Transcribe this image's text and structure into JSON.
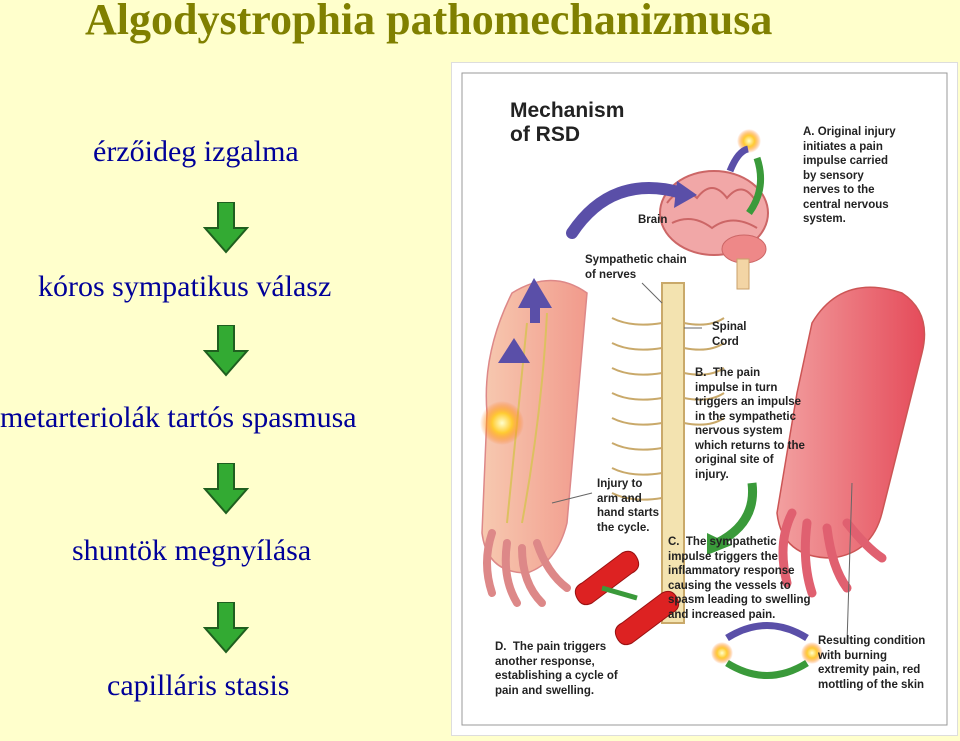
{
  "title": "Algodystrophia pathomechanizmusa",
  "steps": [
    "érzőideg izgalma",
    "kóros sympatikus válasz",
    "metarteriolák tartós spasmusa",
    "shuntök megnyílása",
    "capilláris stasis"
  ],
  "colors": {
    "title": "#808000",
    "steps": "#000099",
    "arrow": "#33aa33",
    "background": "#ffffcc"
  },
  "figure": {
    "heading": "Mechanism\nof RSD",
    "labels": {
      "brain": "Brain",
      "a": "A. Original injury\ninitiates a pain\nimpulse carried\nby sensory\nnerves to the\ncentral nervous\nsystem.",
      "chain": "Sympathetic chain\nof nerves",
      "spinal": "Spinal\nCord",
      "b": "B.  The pain\nimpulse in turn\ntriggers an impulse\nin the sympathetic\nnervous system\nwhich returns to the\noriginal site of\ninjury.",
      "injury": "Injury to\narm and\nhand starts\nthe cycle.",
      "c": "C.  The sympathetic\nimpulse triggers the\ninflammatory response\ncausing the vessels to\nspasm leading to swelling\nand increased pain.",
      "d": "D.  The pain triggers\nanother response,\nestablishing a cycle of\npain and swelling.",
      "result": "Resulting condition\nwith burning\nextremity pain, red\nmottling of the skin"
    }
  }
}
